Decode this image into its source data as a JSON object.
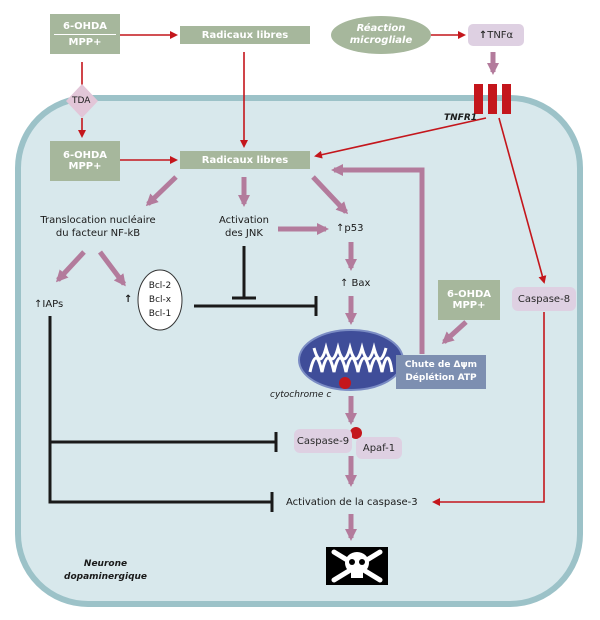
{
  "labels": {
    "ohda_top": "6-OHDA",
    "mpp_top": "MPP+",
    "radicaux_top": "Radicaux libres",
    "reaction_line1": "Réaction",
    "reaction_line2": "microgliale",
    "tnf_arrow": "↑",
    "tnf": "TNFα",
    "tda": "TDA",
    "tnfr1": "TNFR1",
    "ohda_mid": "6-OHDA",
    "mpp_mid": "MPP+",
    "radicaux_mid": "Radicaux libres",
    "transloc_line1": "Translocation nucléaire",
    "transloc_line2": "du facteur NF-kB",
    "jnk_line1": "Activation",
    "jnk_line2": "des JNK",
    "p53": "↑p53",
    "bax": "↑ Bax",
    "iaps": "↑IAPs",
    "bcl_arrow": "↑",
    "bcl2": "Bcl-2",
    "bclx": "Bcl-x",
    "bcl1": "Bcl-1",
    "ohda_right": "6-OHDA",
    "mpp_right": "MPP+",
    "caspase8": "Caspase-8",
    "chute_line1": "Chute de Δψm",
    "chute_line2": "Déplétion ATP",
    "cytochrome": "cytochrome c",
    "caspase9": "Caspase-9",
    "apaf1": "Apaf-1",
    "caspase3": "Activation de la caspase-3",
    "neurone_line1": "Neurone",
    "neurone_line2": "dopaminergique"
  },
  "colors": {
    "cell_fill": "#d8e8ec",
    "cell_border": "#9cc2c8",
    "green_box": "#a6b79c",
    "pink_box": "#ded0e2",
    "red_arrow": "#c4161c",
    "mauve_arrow": "#b37b9c",
    "mito_blue": "#3f4d99",
    "tda_diamond": "#e2c6d8",
    "chute_box": "#7d8fb1"
  },
  "icons": {
    "tnfr1": "receptor-bars-icon",
    "skull": "skull-crossbones-icon",
    "mitochondrion": "mitochondrion-icon"
  }
}
